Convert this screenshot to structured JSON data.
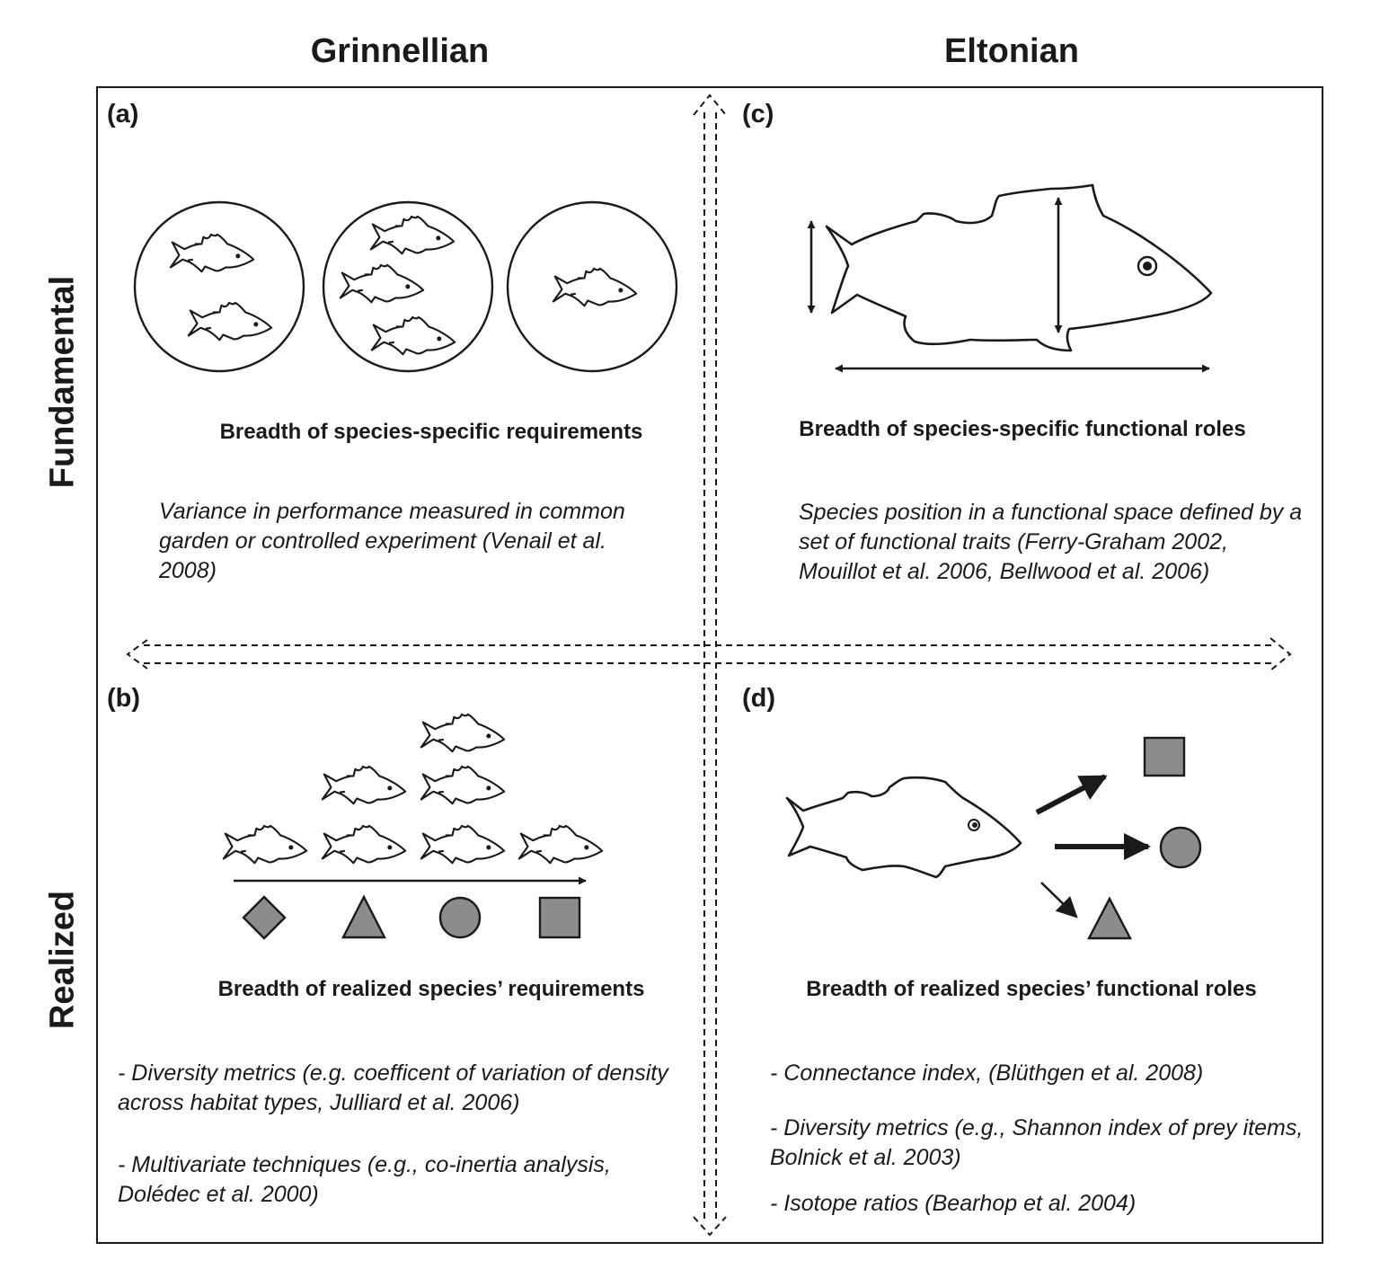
{
  "columns": {
    "left": "Grinnellian",
    "right": "Eltonian"
  },
  "rows": {
    "top": "Fundamental",
    "bottom": "Realized"
  },
  "panels": {
    "a": {
      "label": "(a)",
      "breadth": "Breadth of species-specific requirements",
      "method": "Variance in performance measured in common garden or controlled experiment (Venail et al. 2008)"
    },
    "b": {
      "label": "(b)",
      "breadth": "Breadth of realized species’ requirements",
      "methods": [
        "- Diversity metrics (e.g. coefficent of variation of density across habitat types, Julliard et al. 2006)",
        "- Multivariate techniques (e.g., co-inertia analysis, Dolédec et al. 2000)"
      ]
    },
    "c": {
      "label": "(c)",
      "breadth": "Breadth of species-specific functional roles",
      "method": "Species position in a functional space defined by a set of functional traits (Ferry-Graham 2002, Mouillot et al. 2006, Bellwood et al. 2006)"
    },
    "d": {
      "label": "(d)",
      "breadth": "Breadth of realized species’ functional roles",
      "methods": [
        "- Connectance index, (Blüthgen et al. 2008)",
        "- Diversity metrics (e.g., Shannon index of prey items, Bolnick et al. 2003)",
        "- Isotope ratios (Bearhop et al. 2004)"
      ]
    }
  },
  "colors": {
    "shape_fill": "#8c8c8c",
    "stroke": "#1a1a1a"
  }
}
